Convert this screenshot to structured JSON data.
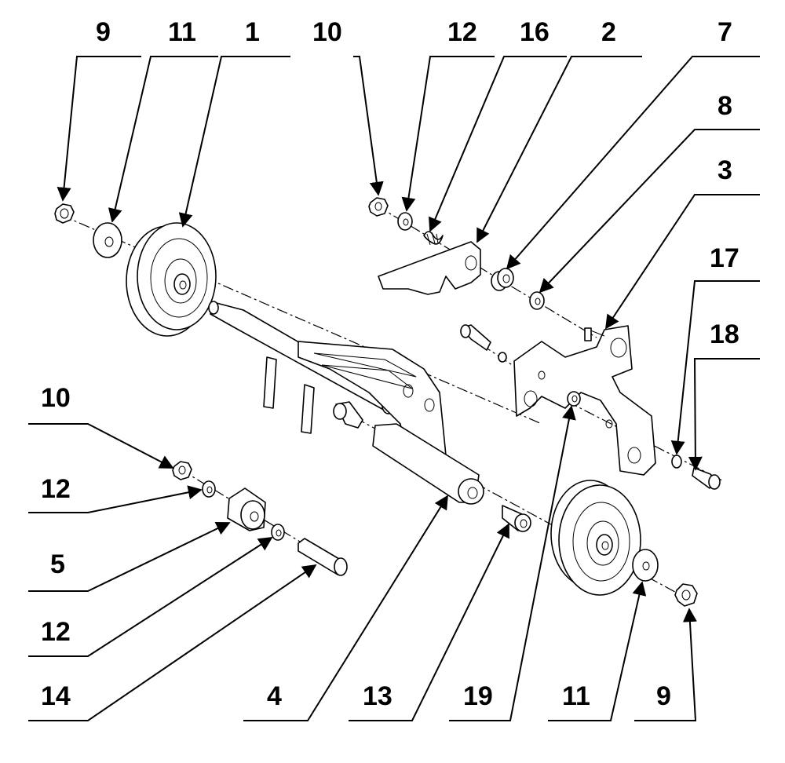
{
  "callouts": {
    "top_9": "9",
    "top_11": "11",
    "top_1": "1",
    "top_10": "10",
    "top_12": "12",
    "top_16": "16",
    "top_2": "2",
    "right_7": "7",
    "right_8": "8",
    "right_3": "3",
    "right_17": "17",
    "right_18": "18",
    "left_10": "10",
    "left_12a": "12",
    "left_5": "5",
    "left_12b": "12",
    "left_14": "14",
    "bottom_4": "4",
    "bottom_13": "13",
    "bottom_19": "19",
    "bottom_11": "11",
    "bottom_9": "9"
  }
}
